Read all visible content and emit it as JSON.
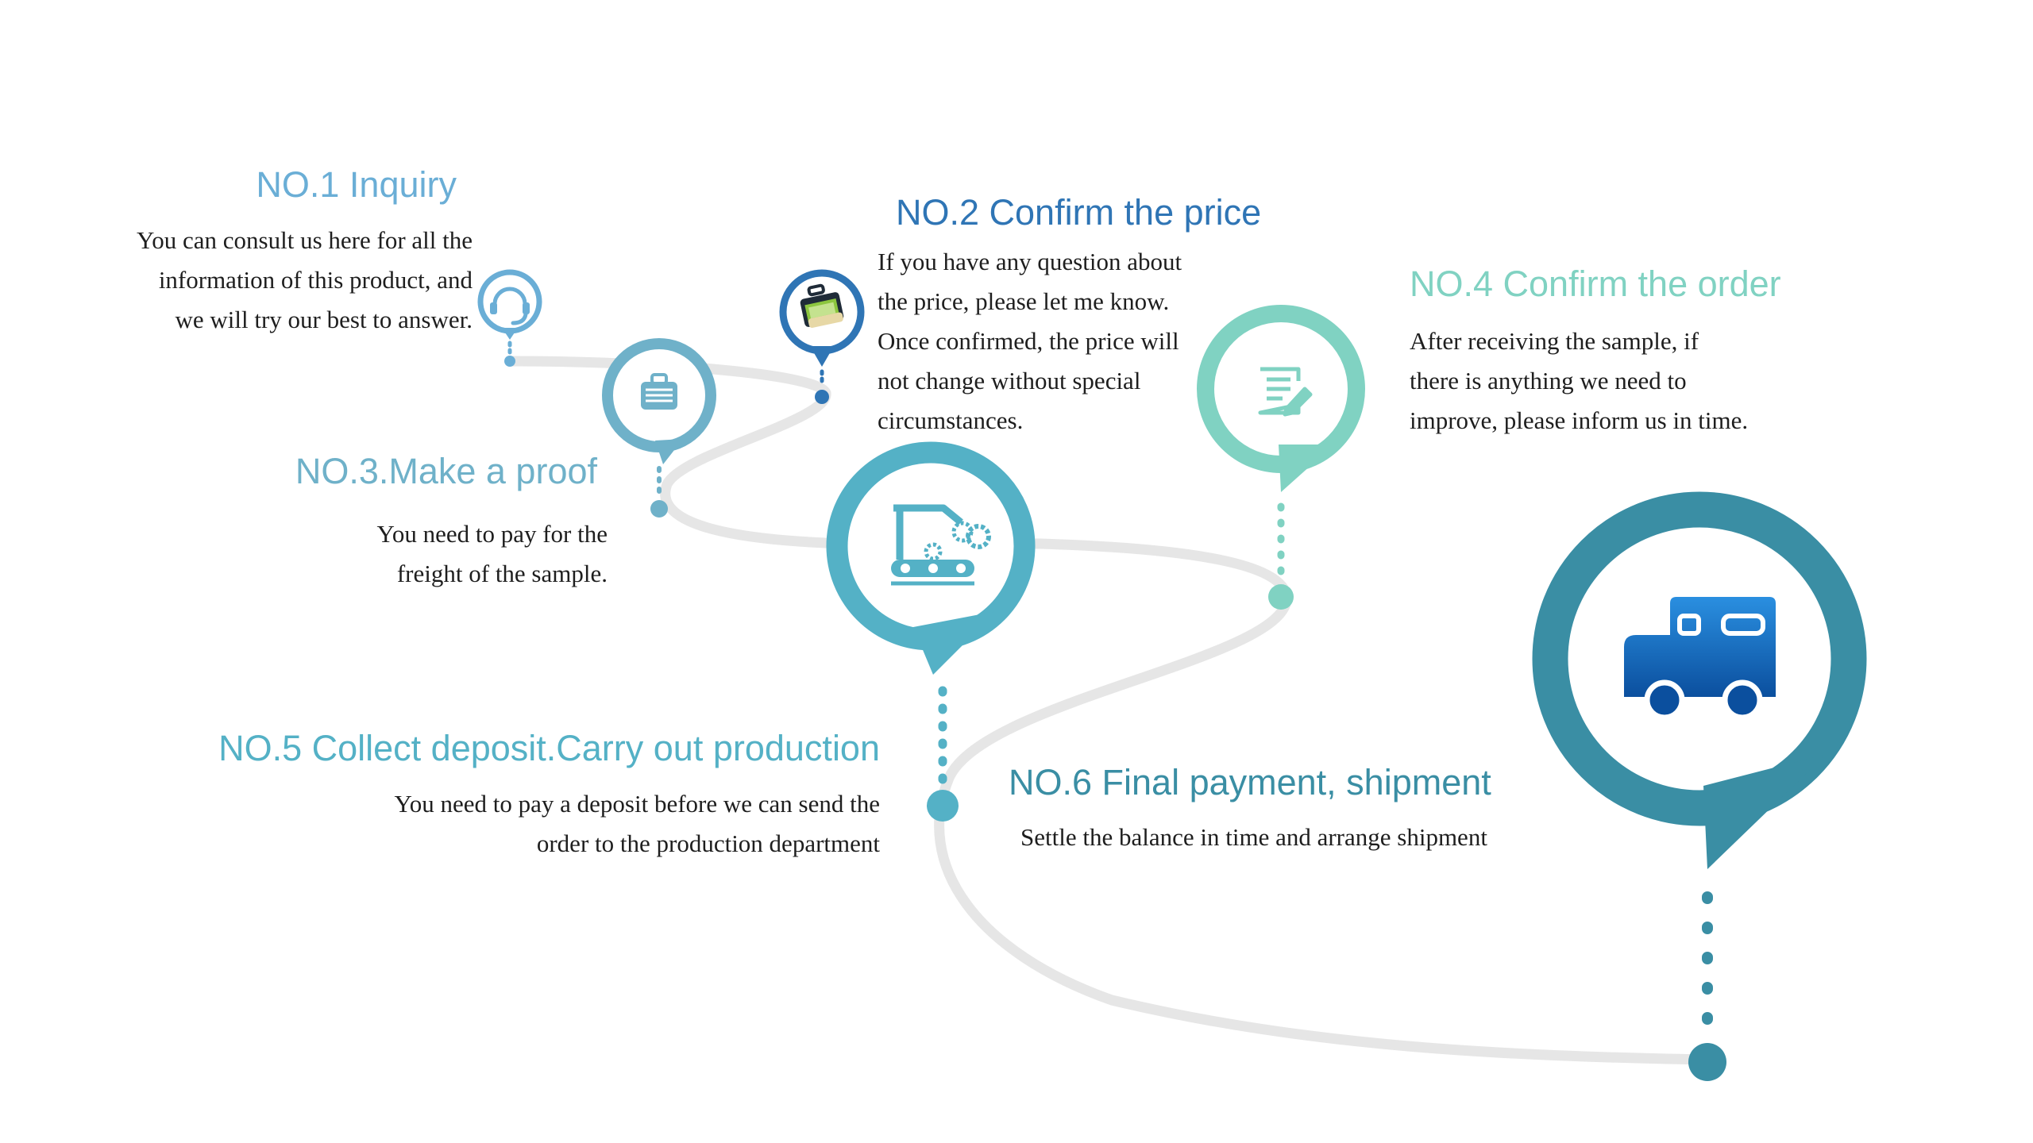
{
  "colors": {
    "step1": "#6aaed6",
    "step2": "#2f75b5",
    "step3": "#6fb1c9",
    "step4": "#80d2c2",
    "step5": "#54b1c6",
    "step6": "#3a8ea4",
    "path": "#e6e6e6",
    "text": "#1e1e1e"
  },
  "steps": [
    {
      "id": "step1",
      "title": "NO.1 Inquiry",
      "description": [
        "You can consult us here for all the",
        "information of this product, and",
        "we will try our best to answer."
      ],
      "icon": "headset-icon"
    },
    {
      "id": "step2",
      "title": "NO.2 Confirm the price",
      "description": [
        "If you have any question about",
        "the price, please let me know.",
        "Once confirmed, the price will",
        "not change without special",
        "circumstances."
      ],
      "icon": "money-case-icon"
    },
    {
      "id": "step3",
      "title": "NO.3.Make a proof",
      "description": [
        "You need to pay for the",
        "freight of the sample."
      ],
      "icon": "briefcase-icon"
    },
    {
      "id": "step4",
      "title": "NO.4 Confirm the order",
      "description": [
        "After receiving the sample, if",
        "there is anything we need to",
        "improve, please inform us in time."
      ],
      "icon": "document-edit-icon"
    },
    {
      "id": "step5",
      "title": "NO.5 Collect deposit.Carry out production",
      "description": [
        "You need to pay a deposit before we can send the",
        "order to the production department"
      ],
      "icon": "production-line-icon"
    },
    {
      "id": "step6",
      "title": "NO.6 Final payment, shipment",
      "description": [
        "Settle the balance in time and arrange shipment"
      ],
      "icon": "truck-icon"
    }
  ]
}
